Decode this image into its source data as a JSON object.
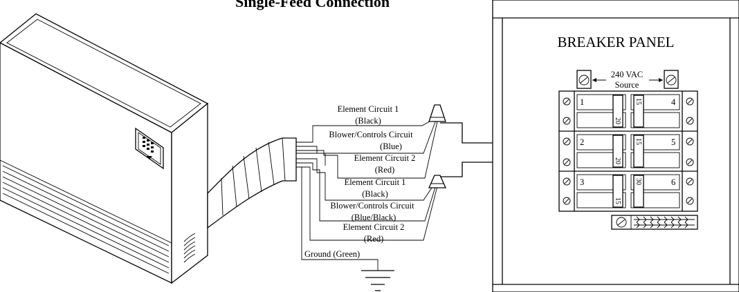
{
  "title": "Single-Feed Connection",
  "panel": {
    "title": "BREAKER PANEL",
    "source_line1": "240 VAC",
    "source_line2": "Source"
  },
  "breakers": [
    {
      "label": "1",
      "rating": "20"
    },
    {
      "label": "4",
      "rating": "15"
    },
    {
      "label": "2",
      "rating": "20"
    },
    {
      "label": "5",
      "rating": "15"
    },
    {
      "label": "3",
      "rating": "15"
    },
    {
      "label": "6",
      "rating": "30"
    }
  ],
  "wires": [
    {
      "line1": "Element Circuit 1",
      "line2": "(Black)"
    },
    {
      "line1": "Blower/Controls Circuit",
      "line2": "(Blue)"
    },
    {
      "line1": "Element Circuit 2",
      "line2": "(Red)"
    },
    {
      "line1": "Element Circuit 1",
      "line2": "(Black)"
    },
    {
      "line1": "Blower/Controls Circuit",
      "line2": "(Blue/Black)"
    },
    {
      "line1": "Element Circuit 2",
      "line2": "(Red)"
    }
  ],
  "ground": "Ground (Green)"
}
